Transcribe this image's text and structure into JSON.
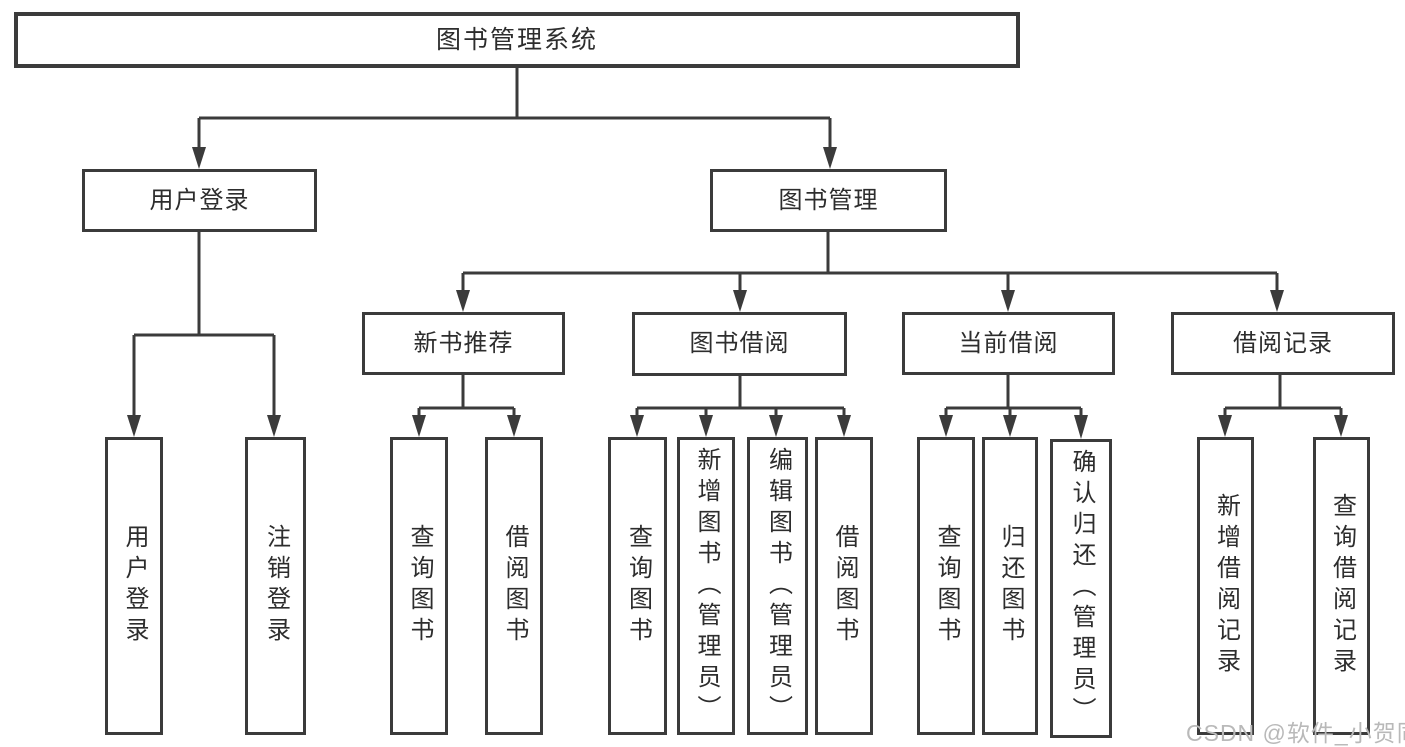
{
  "diagram": {
    "nodes": {
      "root": "图书管理系统",
      "user_login": "用户登录",
      "book_management": "图书管理",
      "new_book_recommend": "新书推荐",
      "book_borrow": "图书借阅",
      "current_borrow": "当前借阅",
      "borrow_records": "借阅记录",
      "user_login_leaf": "用户登录",
      "logout_leaf": "注销登录",
      "recommend_query_books": "查询图书",
      "recommend_borrow_books": "借阅图书",
      "borrow_query_books": "查询图书",
      "add_books_admin": "新增图书（管理员）",
      "edit_books_admin": "编辑图书（管理员）",
      "borrow_borrow_books": "借阅图书",
      "current_query_books": "查询图书",
      "return_books": "归还图书",
      "confirm_return_admin": "确认归还（管理员）",
      "add_borrow_record": "新增借阅记录",
      "query_borrow_record": "查询借阅记录"
    },
    "watermark": "CSDN @软件_小贺同学",
    "colors": {
      "line": "#3b3b3b",
      "text": "#2d2d2d",
      "watermark": "#b9b9b9",
      "background": "#ffffff"
    }
  }
}
